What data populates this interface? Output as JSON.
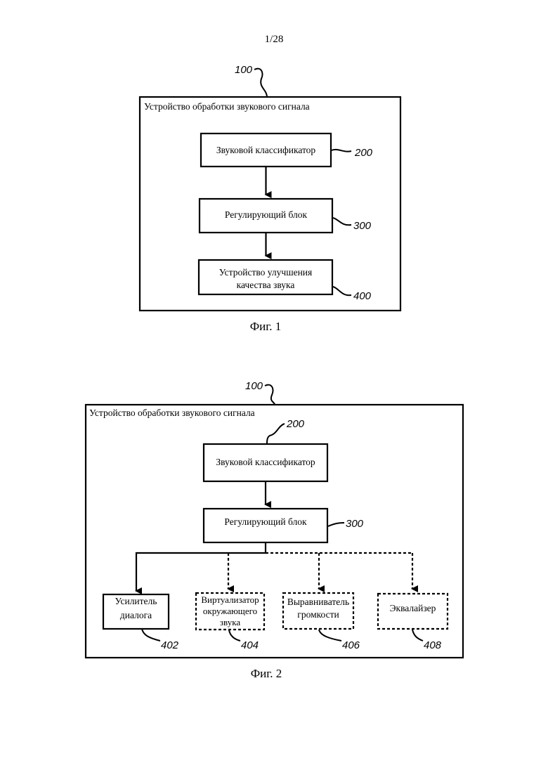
{
  "page_number": "1/28",
  "fig1": {
    "ref_device": "100",
    "device_label": "Устройство обработки звукового сигнала",
    "classifier": {
      "label": "Звуковой классификатор",
      "ref": "200"
    },
    "adjust": {
      "label": "Регулирующий блок",
      "ref": "300"
    },
    "enhancer": {
      "label_line1": "Устройство улучшения",
      "label_line2": "качества звука",
      "ref": "400"
    },
    "caption": "Фиг. 1"
  },
  "fig2": {
    "ref_device": "100",
    "device_label": "Устройство обработки звукового сигнала",
    "classifier": {
      "label": "Звуковой классификатор",
      "ref": "200"
    },
    "adjust": {
      "label": "Регулирующий блок",
      "ref": "300"
    },
    "dialog": {
      "label_line1": "Усилитель",
      "label_line2": "диалога",
      "ref": "402"
    },
    "virtualizer": {
      "label_line1": "Виртуализатор",
      "label_line2": "окружающего",
      "label_line3": "звука",
      "ref": "404"
    },
    "leveler": {
      "label_line1": "Выравниватель",
      "label_line2": "громкости",
      "ref": "406"
    },
    "equalizer": {
      "label": "Эквалайзер",
      "ref": "408"
    },
    "caption": "Фиг. 2"
  }
}
